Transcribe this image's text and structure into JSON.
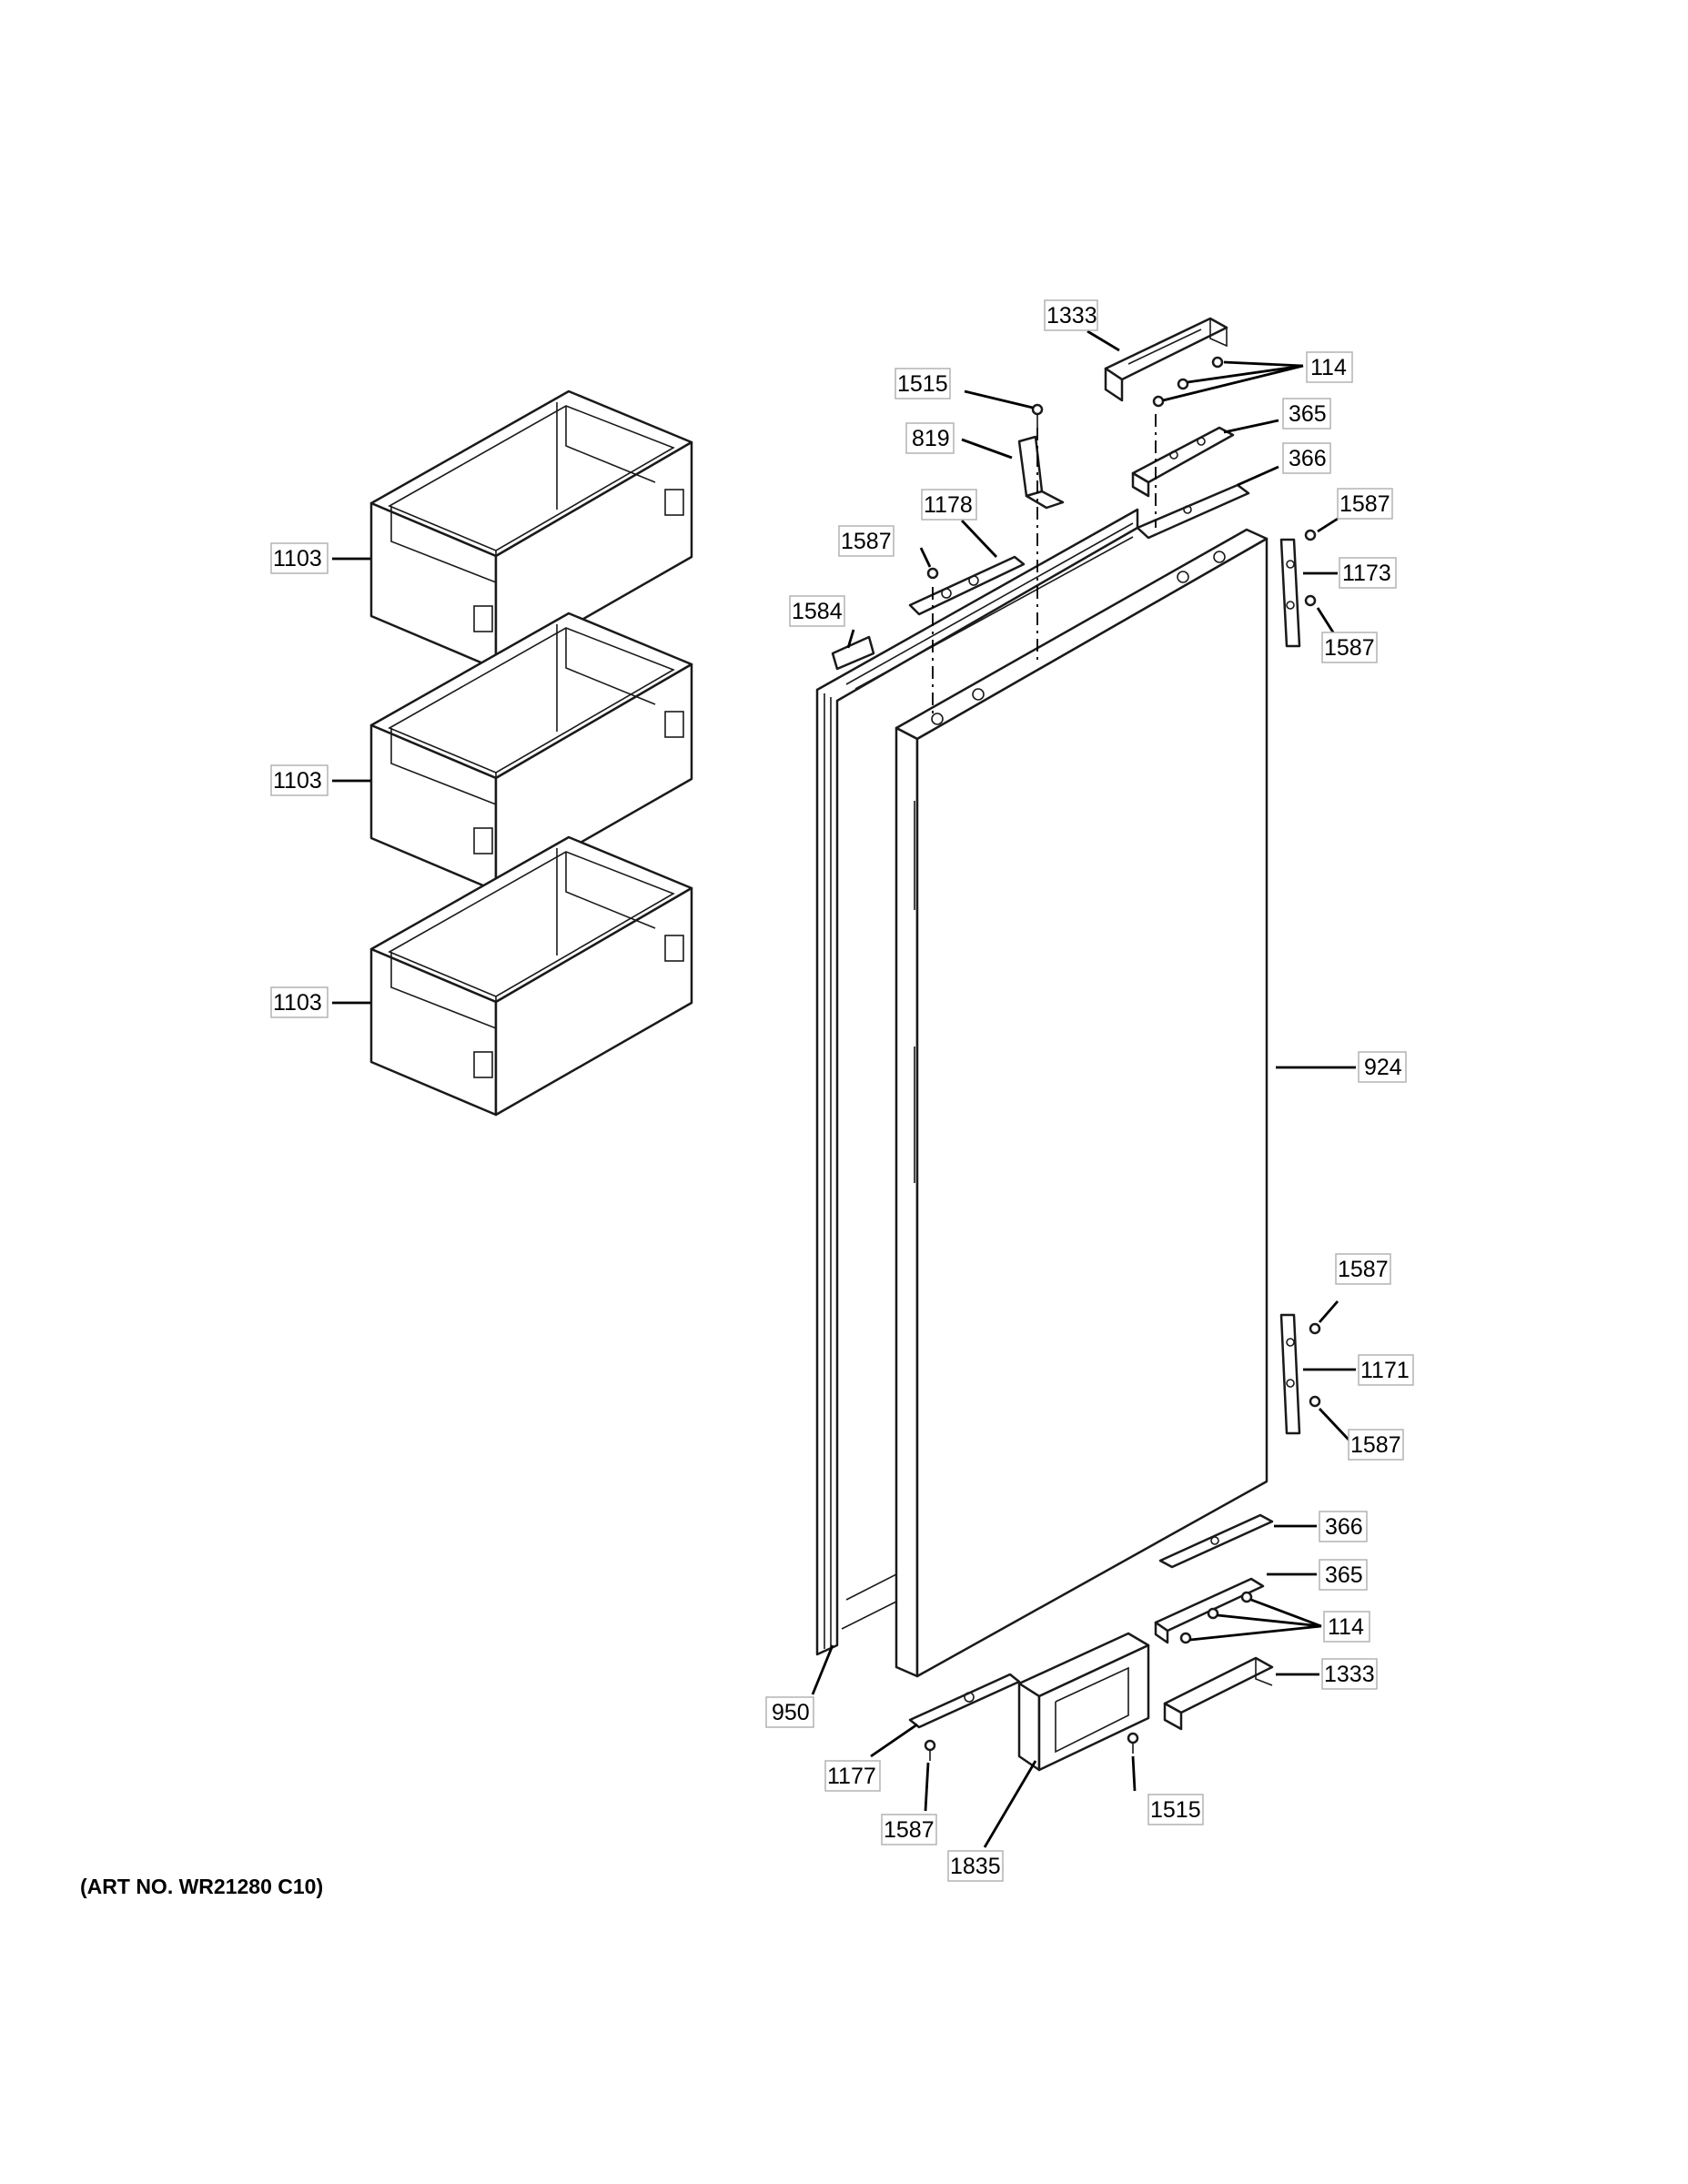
{
  "callouts": {
    "c1333_top": "1333",
    "c1515_top": "1515",
    "c114_top": "114",
    "c365_top": "365",
    "c819": "819",
    "c366_top": "366",
    "c1178": "1178",
    "c1587_a": "1587",
    "c1587_b": "1587",
    "c1173": "1173",
    "c1587_c": "1587",
    "c1584": "1584",
    "c1103_a": "1103",
    "c1103_b": "1103",
    "c1103_c": "1103",
    "c924": "924",
    "c1587_d": "1587",
    "c1171": "1171",
    "c1587_e": "1587",
    "c366_bot": "366",
    "c365_bot": "365",
    "c114_bot": "114",
    "c1333_bot": "1333",
    "c950": "950",
    "c1177": "1177",
    "c1515_bot": "1515",
    "c1587_f": "1587",
    "c1835": "1835"
  },
  "art_number": "(ART NO. WR21280 C10)"
}
